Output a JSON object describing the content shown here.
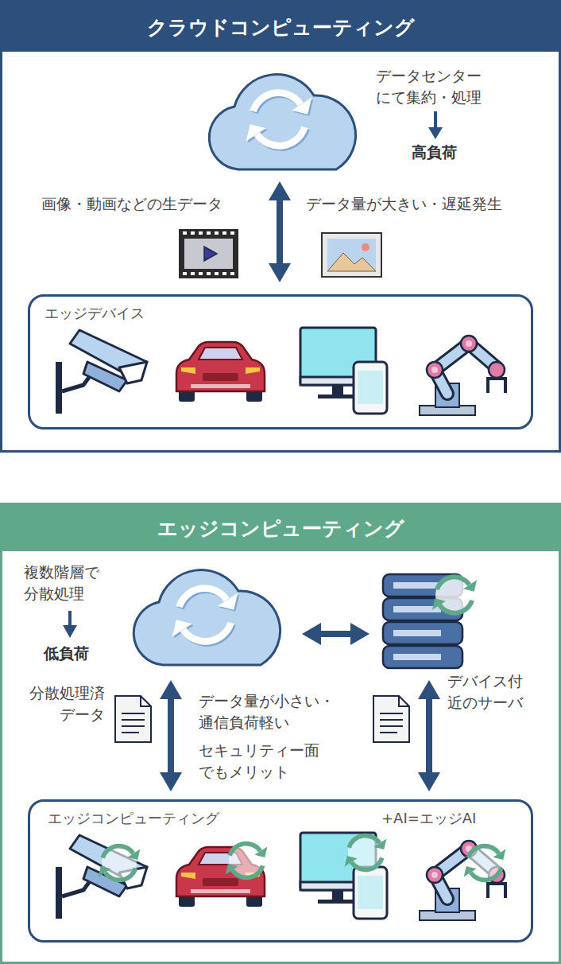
{
  "diagram": {
    "nodes": [
      {
        "text": [
          "クラウドコンピューティング"
        ]
      },
      {
        "text": [
          "エッジデバイス"
        ],
        "in": 0
      },
      {
        "text": [
          "エッジコンピューティング"
        ]
      },
      {
        "text": [
          "エッジコンピューティング",
          "+AI=エッジAI"
        ],
        "in": 2
      }
    ],
    "labels": [
      "データセンター にて集約・処理",
      "高負荷",
      "画像・動画などの生データ",
      "データ量が大きい・遅延発生",
      "複数階層で 分散処理",
      "低負荷",
      "分散処理済 データ",
      "データ量が小さい・ 通信負荷軽い",
      "セキュリティー面 でもメリット",
      "デバイス付 近のサーバ"
    ]
  }
}
